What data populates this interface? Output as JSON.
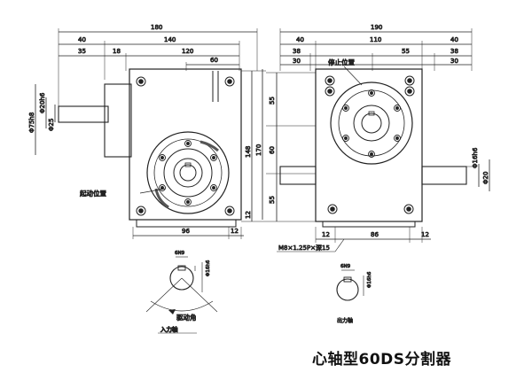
{
  "caption": "心轴型60DS分割器",
  "left_view": {
    "dims_top": [
      "180",
      "40",
      "140",
      "35",
      "18",
      "120",
      "60"
    ],
    "dims_left": [
      "Φ75h8",
      "Φ20h6",
      "Φ25"
    ],
    "dims_right": [
      "148",
      "170"
    ],
    "dims_bottom": [
      "96",
      "12"
    ],
    "dim_right_small": "12",
    "start_position_label": "起动位置"
  },
  "right_view": {
    "dims_top": [
      "190",
      "40",
      "110",
      "40",
      "38",
      "55",
      "38",
      "30",
      "30"
    ],
    "dims_left": [
      "55",
      "60",
      "55"
    ],
    "dims_right": [
      "Φ16h6",
      "Φ20"
    ],
    "dims_bottom": [
      "12",
      "86",
      "12"
    ],
    "stop_position_label": "停止位置",
    "thread_note": "M8×1.25P×深15"
  },
  "input_shaft_detail": {
    "keyway": "6N9",
    "depth": "Φ16h6",
    "angle_label": "驱动角",
    "title": "入力轴"
  },
  "output_shaft_detail": {
    "keyway": "6N9",
    "depth": "Φ16h6",
    "title": "出力轴"
  }
}
